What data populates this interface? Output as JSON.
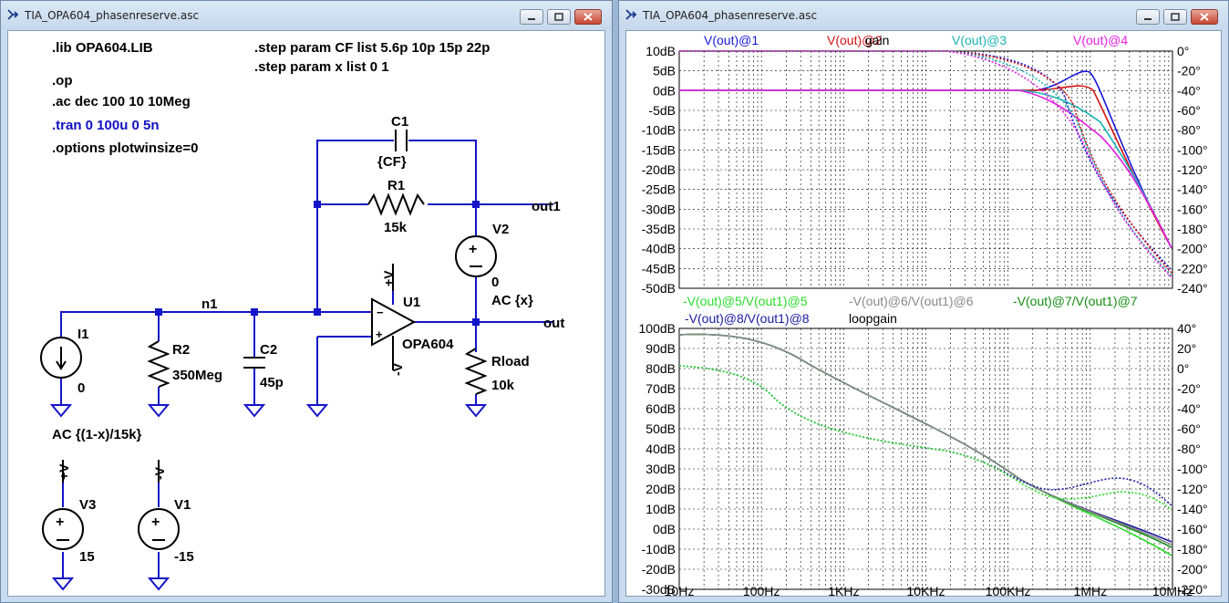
{
  "schematic_window": {
    "title": "TIA_OPA604_phasenreserve.asc",
    "directives": {
      "lib": ".lib OPA604.LIB",
      "op": ".op",
      "ac": ".ac dec 100 10 10Meg",
      "tran": ".tran 0 100u 0 5n",
      "options": ".options plotwinsize=0",
      "step1": ".step param CF list 5.6p 10p 15p 22p",
      "step2": ".step param x list 0 1"
    },
    "components": {
      "c1_name": "C1",
      "c1_value": "{CF}",
      "r1_name": "R1",
      "r1_value": "15k",
      "v2_name": "V2",
      "v2_value": "0",
      "v2_ac": "AC {x}",
      "u1_name": "U1",
      "u1_part": "OPA604",
      "i1_name": "I1",
      "i1_value": "0",
      "i1_ac": "AC {(1-x)/15k}",
      "r2_name": "R2",
      "r2_value": "350Meg",
      "c2_name": "C2",
      "c2_value": "45p",
      "rload_name": "Rload",
      "rload_value": "10k",
      "v3_name": "V3",
      "v3_value": "15",
      "v1_name": "V1",
      "v1_value": "-15",
      "rail_pos": "+V",
      "rail_neg": "-V"
    },
    "nets": {
      "n1": "n1",
      "out1": "out1",
      "out": "out"
    },
    "colors": {
      "wire": "#1414c8",
      "text": "#000000",
      "directive_blue": "#1010c0"
    }
  },
  "plot_window": {
    "title": "TIA_OPA604_phasenreserve.asc",
    "top_pane": {
      "traces": [
        "V(out)@1",
        "V(out)@2",
        "V(out)@3",
        "V(out)@4"
      ],
      "overlay_label": "gain",
      "trace_colors": [
        "#1a1adc",
        "#d41414",
        "#1ab4b4",
        "#e61ee6"
      ],
      "left_ticks": [
        "10dB",
        "5dB",
        "0dB",
        "-5dB",
        "-10dB",
        "-15dB",
        "-20dB",
        "-25dB",
        "-30dB",
        "-35dB",
        "-40dB",
        "-45dB",
        "-50dB"
      ],
      "right_ticks": [
        "0°",
        "-20°",
        "-40°",
        "-60°",
        "-80°",
        "-100°",
        "-120°",
        "-140°",
        "-160°",
        "-180°",
        "-200°",
        "-220°",
        "-240°"
      ]
    },
    "bottom_pane": {
      "traces": [
        "-V(out)@5/V(out1)@5",
        "-V(out)@6/V(out1)@6",
        "-V(out)@7/V(out1)@7",
        "-V(out)@8/V(out1)@8"
      ],
      "overlay_label": "loopgain",
      "trace_colors": [
        "#28dc28",
        "#888888",
        "#148c14",
        "#1a1aa0"
      ],
      "left_ticks": [
        "100dB",
        "90dB",
        "80dB",
        "70dB",
        "60dB",
        "50dB",
        "40dB",
        "30dB",
        "20dB",
        "10dB",
        "0dB",
        "-10dB",
        "-20dB",
        "-30dB"
      ],
      "right_ticks": [
        "40°",
        "20°",
        "0°",
        "-20°",
        "-40°",
        "-60°",
        "-80°",
        "-100°",
        "-120°",
        "-140°",
        "-160°",
        "-180°",
        "-200°",
        "-220°"
      ]
    },
    "x_ticks": [
      "10Hz",
      "100Hz",
      "1KHz",
      "10KHz",
      "100KHz",
      "1MHz",
      "10MHz"
    ]
  }
}
